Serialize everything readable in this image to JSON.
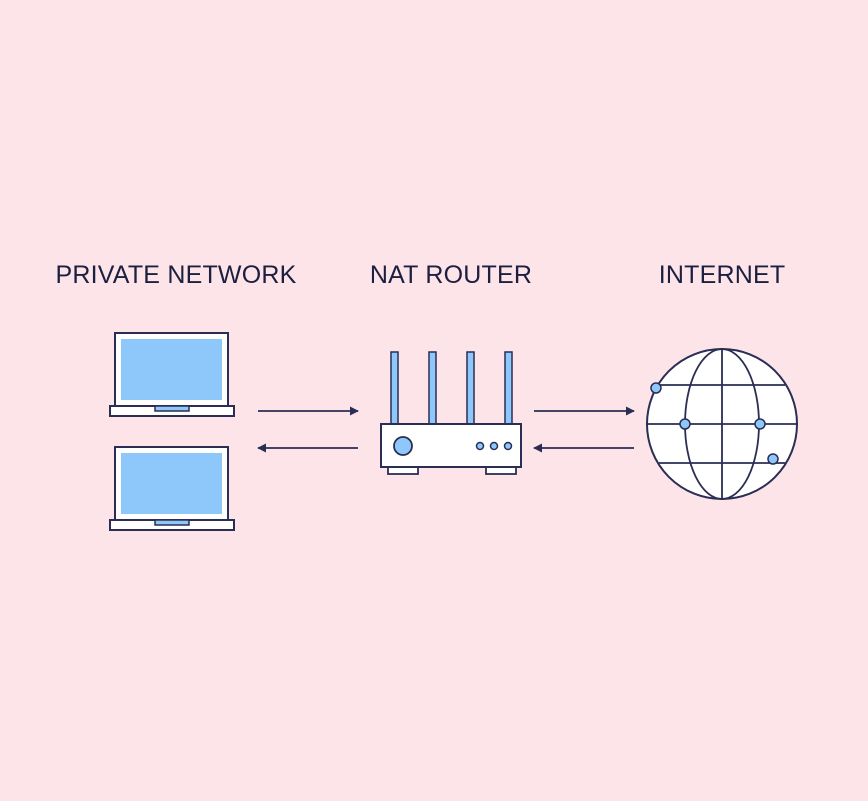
{
  "labels": {
    "private_network": "PRIVATE NETWORK",
    "nat_router": "NAT ROUTER",
    "internet": "INTERNET"
  },
  "colors": {
    "background": "#fde4e9",
    "outline": "#2a2d54",
    "accent_blue": "#8ec8fb",
    "device_fill": "#ffffff"
  },
  "icons": [
    "laptop-icon",
    "laptop-icon",
    "router-icon",
    "globe-icon"
  ],
  "arrows": [
    {
      "from": "private-network",
      "to": "nat-router"
    },
    {
      "from": "nat-router",
      "to": "private-network"
    },
    {
      "from": "nat-router",
      "to": "internet"
    },
    {
      "from": "internet",
      "to": "nat-router"
    }
  ]
}
